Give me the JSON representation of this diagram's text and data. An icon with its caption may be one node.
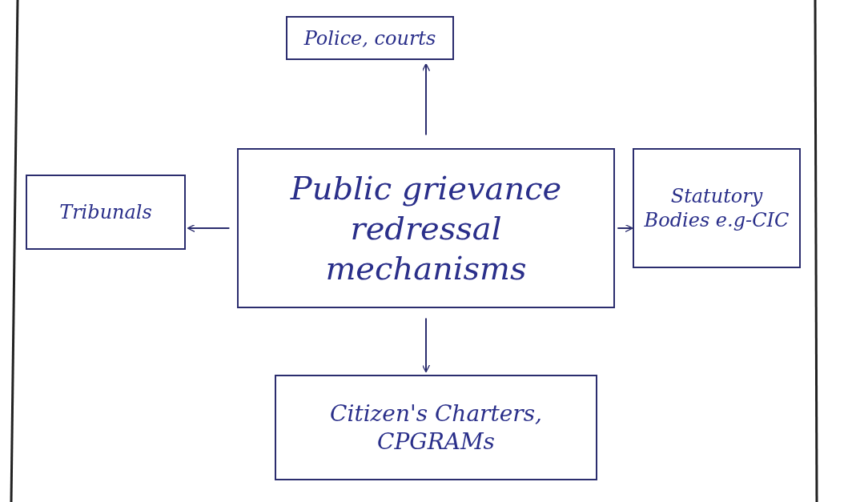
{
  "diagram": {
    "nodes": [
      {
        "text": [
          "Public grievance redressal mechanisms"
        ]
      },
      {
        "text": [
          "Police, courts"
        ]
      },
      {
        "text": [
          "Tribunals"
        ]
      },
      {
        "text": [
          "Statutory Bodies e.g-CIC"
        ]
      },
      {
        "text": [
          "Citizen's Charters, CPGRAMs"
        ]
      }
    ],
    "edges": [
      {
        "from": 0,
        "to": 1,
        "arrow": "to"
      },
      {
        "from": 0,
        "to": 2,
        "arrow": "to"
      },
      {
        "from": 0,
        "to": 3,
        "arrow": "to"
      },
      {
        "from": 0,
        "to": 4,
        "arrow": "to"
      }
    ]
  }
}
